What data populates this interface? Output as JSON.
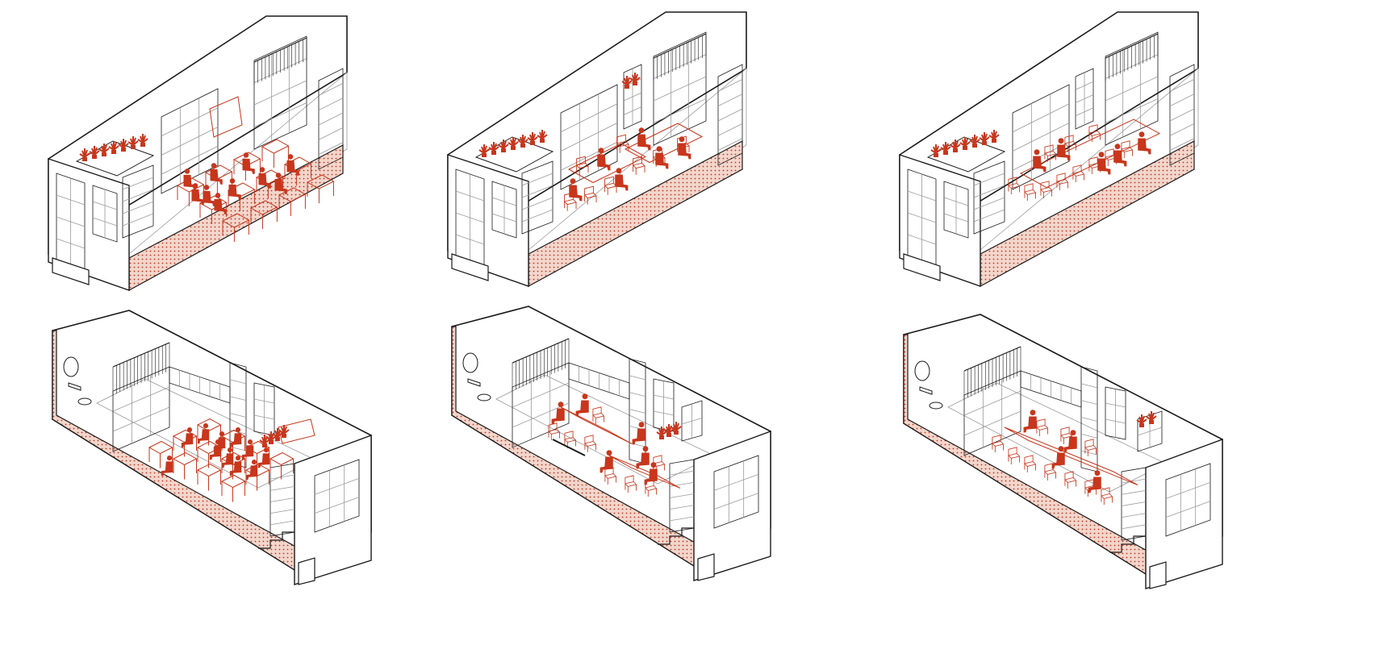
{
  "figure": {
    "description_free": true,
    "panel_count": 6,
    "rows": 2,
    "columns": 3
  },
  "palette": {
    "background": "#ffffff",
    "line": "#1a1a1a",
    "thin_line": "#9a9a9a",
    "accent": "#c8361c",
    "accent_light": "#e8a898",
    "hatch_fill": "#f3d6cc"
  },
  "panels": [
    {
      "id": "top-left",
      "view": "A",
      "layout": "rows",
      "figures": 10
    },
    {
      "id": "top-center",
      "view": "A",
      "layout": "tables",
      "figures": 6
    },
    {
      "id": "top-right",
      "view": "A",
      "layout": "long-table",
      "figures": 5
    },
    {
      "id": "bottom-left",
      "view": "B",
      "layout": "rows",
      "figures": 11
    },
    {
      "id": "bottom-center",
      "view": "B",
      "layout": "tables",
      "figures": 6
    },
    {
      "id": "bottom-right",
      "view": "B",
      "layout": "long-table",
      "figures": 4
    }
  ]
}
